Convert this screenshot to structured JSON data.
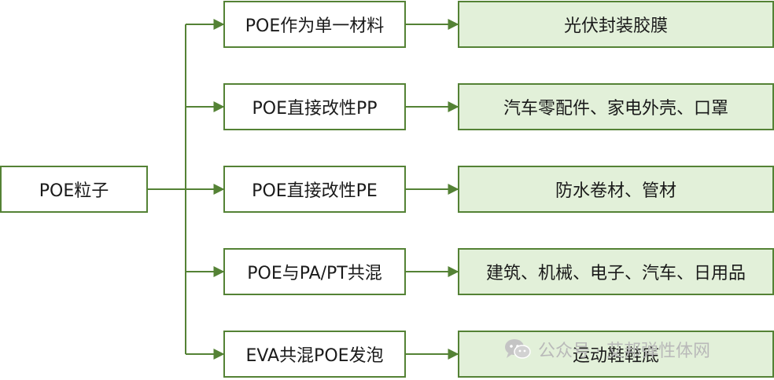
{
  "root": {
    "label": "POE粒子"
  },
  "branches": [
    {
      "process": "POE作为单一材料",
      "application": "光伏封装胶膜"
    },
    {
      "process": "POE直接改性PP",
      "application": "汽车零配件、家电外壳、口罩"
    },
    {
      "process": "POE直接改性PE",
      "application": "防水卷材、管材"
    },
    {
      "process": "POE与PA/PT共混",
      "application": "建筑、机械、电子、汽车、日用品"
    },
    {
      "process": "EVA共混POE发泡",
      "application": "运动鞋鞋底"
    }
  ],
  "watermark": {
    "text": "公众号 · 艾邦弹性体网",
    "icon": "wechat-icon"
  },
  "colors": {
    "border": "#548235",
    "application_fill": "#e2f0d9",
    "background": "#ffffff"
  }
}
